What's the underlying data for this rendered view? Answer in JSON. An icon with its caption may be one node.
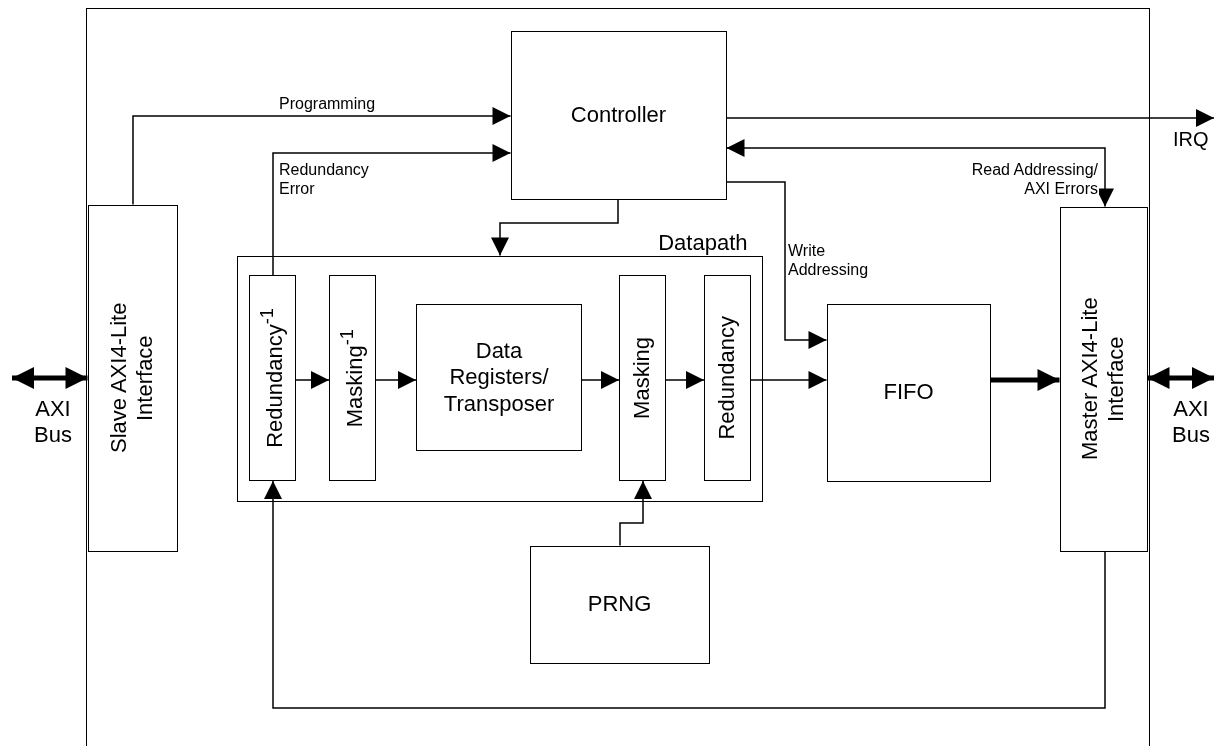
{
  "diagram": {
    "nodes": [
      {
        "text": [],
        "shape": "box"
      },
      {
        "text": [
          "Slave AXI4-Lite Interface"
        ],
        "in": 0
      },
      {
        "text": [
          "Controller"
        ],
        "in": 0
      },
      {
        "text": [
          "Datapath"
        ],
        "in": 0
      },
      {
        "text": [
          "Redundancy$^{-1}$"
        ],
        "in": 3
      },
      {
        "text": [
          "Masking$^{-1}$"
        ],
        "in": 3
      },
      {
        "text": [
          "Data Registers/ Transposer"
        ],
        "in": 3
      },
      {
        "text": [
          "Masking"
        ],
        "in": 3
      },
      {
        "text": [
          "Redundancy"
        ],
        "in": 3
      },
      {
        "text": [
          "PRNG"
        ],
        "in": 0
      },
      {
        "text": [
          "FIFO"
        ],
        "in": 0
      },
      {
        "text": [
          "Master AXI4-Lite Interface"
        ],
        "in": 0
      }
    ],
    "edges": [
      {
        "from": 1,
        "to": 2,
        "arrow": "to",
        "label": "Programming"
      },
      {
        "from": 4,
        "to": 2,
        "arrow": "to",
        "label": "Redundancy Error"
      },
      {
        "from": 2,
        "to": 3,
        "arrow": "to"
      },
      {
        "from": 2,
        "to": null,
        "arrow": "to",
        "label": "IRQ"
      },
      {
        "from": 2,
        "to": 11,
        "arrow": "both",
        "label": "Read Addressing/ AXI Errors"
      },
      {
        "from": 2,
        "to": 10,
        "arrow": "to",
        "label": "Write Addressing"
      },
      {
        "from": 4,
        "to": 5,
        "arrow": "to"
      },
      {
        "from": 5,
        "to": 6,
        "arrow": "to"
      },
      {
        "from": 6,
        "to": 7,
        "arrow": "to"
      },
      {
        "from": 7,
        "to": 8,
        "arrow": "to"
      },
      {
        "from": 8,
        "to": 10,
        "arrow": "to"
      },
      {
        "from": 10,
        "to": 11,
        "arrow": "to",
        "style": "thick"
      },
      {
        "from": 9,
        "to": 7,
        "arrow": "to"
      },
      {
        "from": 11,
        "to": 4,
        "arrow": "to"
      },
      {
        "from": null,
        "to": 1,
        "arrow": "both",
        "style": "thick",
        "label": "AXI Bus"
      },
      {
        "from": 11,
        "to": null,
        "arrow": "both",
        "style": "thick",
        "label": "AXI Bus"
      }
    ]
  }
}
